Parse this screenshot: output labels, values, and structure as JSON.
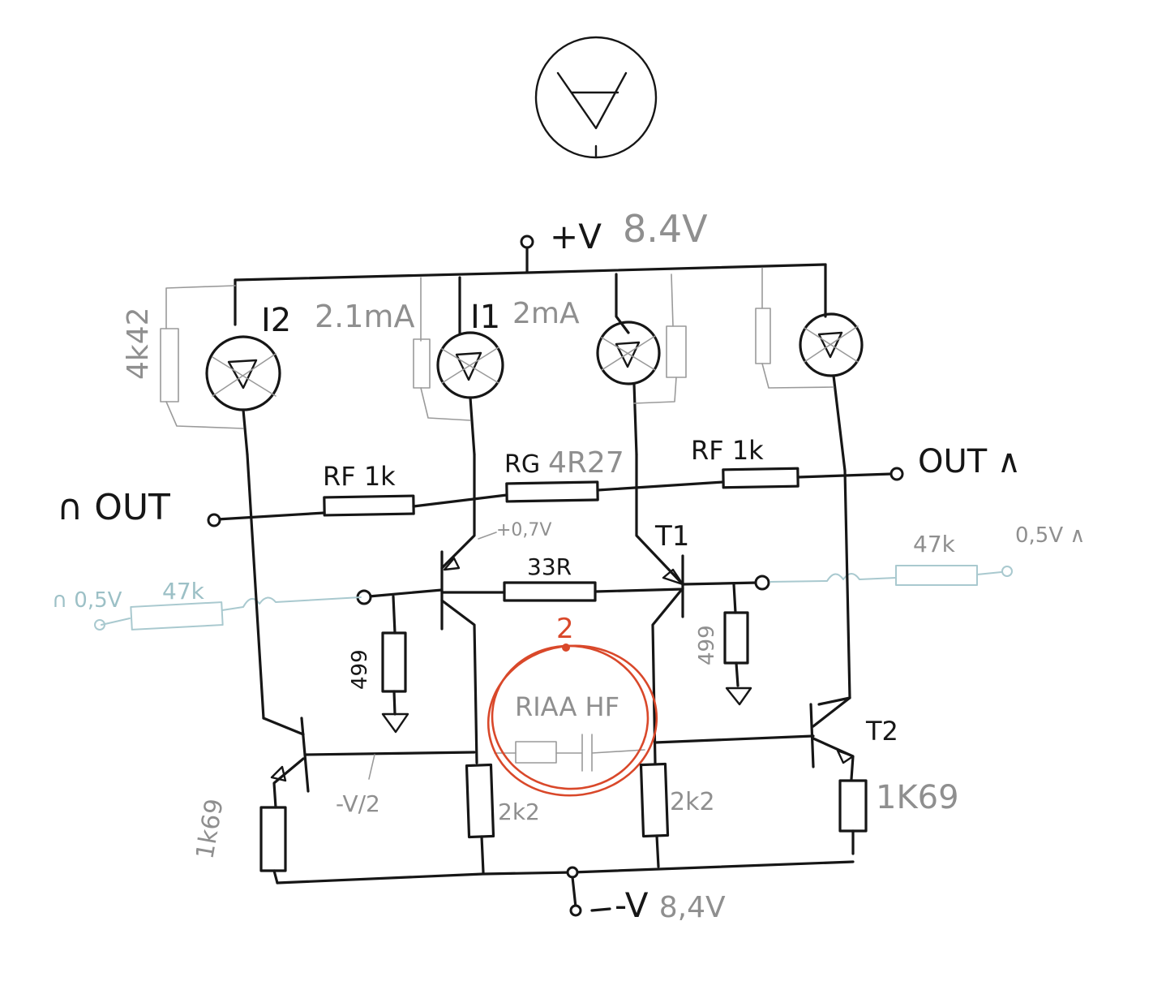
{
  "diagram": {
    "symbol_top": "current-source-symbol",
    "supply": {
      "positive": {
        "label": "+V",
        "value": "8.4V"
      },
      "negative": {
        "label": "-V",
        "value": "8,4V"
      }
    },
    "current_sources": [
      {
        "label": "I2",
        "value": "2.1mA"
      },
      {
        "label": "I1",
        "value": "2mA"
      }
    ],
    "pencil_resistor_label": "4k42",
    "feedback": {
      "rf_left": "RF 1k",
      "rg": "RG",
      "rg_value": "4R27",
      "rf_right": "RF 1k"
    },
    "outputs": {
      "left": "∩ OUT",
      "right": "OUT ∧"
    },
    "inputs": {
      "left": {
        "label": "∩ 0,5V",
        "resistor": "47k"
      },
      "right": {
        "label": "0,5V ∧",
        "resistor": "47k"
      }
    },
    "labels": {
      "t1": "T1",
      "t2": "T2",
      "emitter_resistor": "33R",
      "base_voltage": "+0,7V",
      "bias_resistor_left": "499",
      "bias_resistor_right": "499",
      "half_supply": "-V/2",
      "load_left": "2k2",
      "load_right": "2k2",
      "emitter_left": "1k69",
      "emitter_right": "1K69"
    },
    "annotation": {
      "number": "2",
      "text": "RIAA HF",
      "color": "#d9482a"
    },
    "colors": {
      "ink": "#161616",
      "pencil": "#9a9a9a",
      "blue_pencil": "#a9c9cf",
      "red_marker": "#d9482a"
    }
  }
}
